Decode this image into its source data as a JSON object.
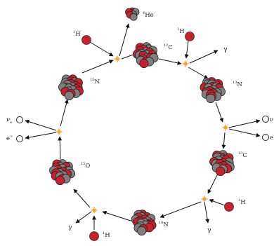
{
  "nuclei": {
    "helium4": {
      "mass": "4",
      "symbol": "He"
    },
    "carbon12": {
      "mass": "12",
      "symbol": "C"
    },
    "nitrogen13": {
      "mass": "13",
      "symbol": "N"
    },
    "carbon13": {
      "mass": "13",
      "symbol": "C"
    },
    "nitrogen14": {
      "mass": "14",
      "symbol": "N"
    },
    "oxygen15": {
      "mass": "15",
      "symbol": "O"
    },
    "nitrogen15": {
      "mass": "15",
      "symbol": "N"
    }
  },
  "particles": {
    "proton_mass": "1",
    "proton_symbol": "H",
    "gamma": "γ",
    "neutrino": "ν",
    "neutrino_sub": "e",
    "positron": "e",
    "positron_sup": "+",
    "neutrino_right_cut": "ν",
    "positron_right_cut": "e"
  },
  "colors": {
    "proton": "#c8202e",
    "neutron": "#7f7f7f",
    "flash": "#f5a020",
    "arrow": "#111111"
  }
}
